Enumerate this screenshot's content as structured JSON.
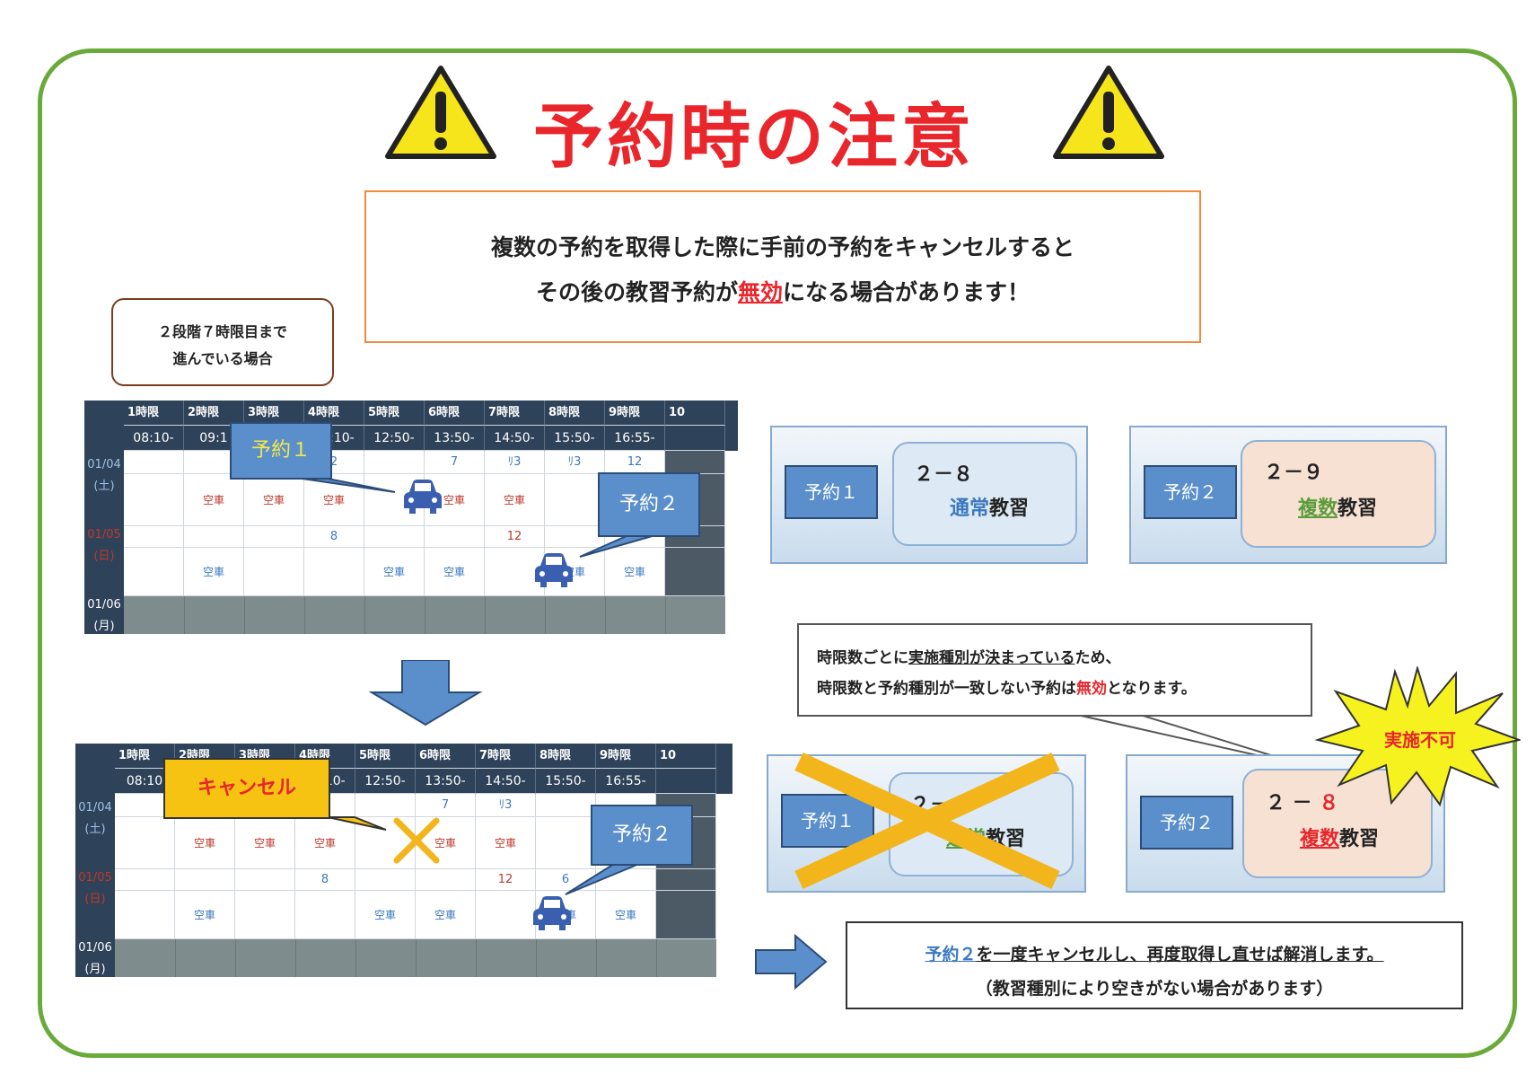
{
  "title": "予約時の注意点",
  "notice": {
    "line1": "複数の予約を取得した際に手前の予約をキャンセルすると",
    "line2_before": "その後の教習予約が",
    "line2_highlight": "無効",
    "line2_after": "になる場合があります！"
  },
  "stage_box": {
    "line1": "２段階７時限目まで",
    "line2": "進んでいる場合"
  },
  "periods": [
    "1時限",
    "2時限",
    "3時限",
    "4時限",
    "5時限",
    "6時限",
    "7時限",
    "8時限",
    "9時限",
    "10"
  ],
  "times": [
    "08:10-",
    "09:1",
    "",
    "11:10-",
    "12:50-",
    "13:50-",
    "14:50-",
    "15:50-",
    "16:55-",
    ""
  ],
  "times2": [
    "08:10",
    "",
    "",
    "11:10-",
    "12:50-",
    "13:50-",
    "14:50-",
    "15:50-",
    "16:55-",
    ""
  ],
  "dates": [
    {
      "date": "01/04",
      "dow": "(土)"
    },
    {
      "date": "01/05",
      "dow": "(日)"
    },
    {
      "date": "01/06",
      "dow": "(月)"
    }
  ],
  "table1": {
    "row1_top": [
      "",
      "",
      "",
      "2",
      "",
      "7",
      "ﾘ3",
      "ﾘ3",
      "12",
      ""
    ],
    "row1_bottom": [
      "",
      "空車",
      "空車",
      "空車",
      "",
      "空車",
      "空車",
      "",
      "",
      ""
    ],
    "row2_top": [
      "",
      "",
      "",
      "8",
      "",
      "",
      "12",
      "",
      "",
      ""
    ],
    "row2_bottom": [
      "",
      "空車",
      "",
      "",
      "空車",
      "空車",
      "",
      "空車",
      "空車",
      ""
    ]
  },
  "table2": {
    "row1_top": [
      "",
      "",
      "",
      "",
      "",
      "7",
      "ﾘ3",
      "",
      "",
      ""
    ],
    "row1_bottom": [
      "",
      "空車",
      "空車",
      "空車",
      "",
      "空車",
      "空車",
      "",
      "",
      ""
    ],
    "row2_top": [
      "",
      "",
      "",
      "8",
      "",
      "",
      "12",
      "6",
      "",
      ""
    ],
    "row2_bottom": [
      "",
      "空車",
      "",
      "",
      "空車",
      "空車",
      "",
      "空車",
      "空車",
      ""
    ]
  },
  "callouts": {
    "reservation1": "予約１",
    "reservation2": "予約２",
    "cancel": "キャンセル"
  },
  "panels": {
    "top_left": {
      "tag": "予約１",
      "num": "２－８",
      "kind_colored": "通常",
      "kind_rest": "教習"
    },
    "top_right": {
      "tag": "予約２",
      "num": "２－９",
      "kind_colored": "複数",
      "kind_rest": "教習"
    },
    "bottom_left": {
      "tag": "予約１",
      "num": "２－８",
      "kind_colored": "通常",
      "kind_rest": "教習"
    },
    "bottom_right": {
      "tag": "予約２",
      "num_prefix": "２ － ",
      "num_red": "８",
      "kind_colored": "複数",
      "kind_rest": "教習"
    }
  },
  "explain": {
    "line1_a": "時限数ごとに",
    "line1_u": "実施種別が決まっている",
    "line1_b": "ため、",
    "line2_a": "時限数と予約種別が一致しない予約は",
    "line2_red": "無効",
    "line2_b": "となります。"
  },
  "burst_label": "実施不可",
  "result": {
    "line1_link": "予約２",
    "line1_rest": "を一度キャンセルし、再度取得し直せば解消します。",
    "line2": "（教習種別により空きがない場合があります）"
  },
  "colors": {
    "frame": "#6aaa3a",
    "title": "#e8262b",
    "notice_border": "#f08a3c",
    "callout": "#5b8fcc",
    "cancel": "#f7c313",
    "warning": "#f6e51a"
  }
}
